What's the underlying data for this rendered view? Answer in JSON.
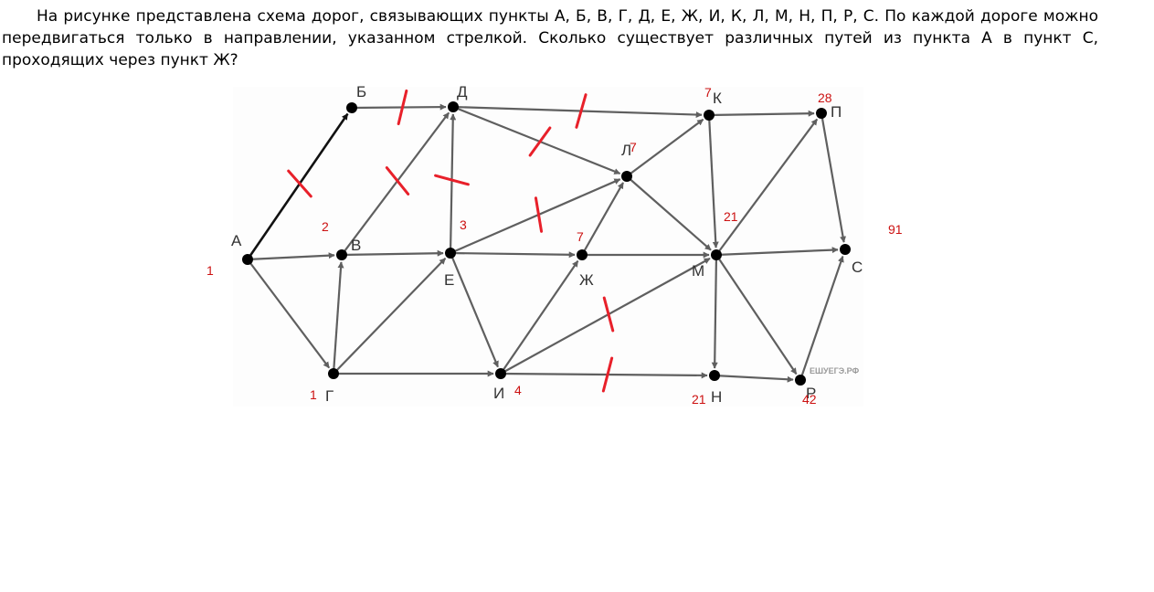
{
  "question": {
    "text": "На рисунке представлена схема дорог, связывающих пункты А, Б, В, Г, Д, Е, Ж, И, К, Л, М, Н, П, Р, С. По каждой дороге можно передвигаться только в направлении, указанном стрелкой. Сколько существует различных путей из пункта А в пункт С, проходящих через пункт Ж?"
  },
  "diagram": {
    "nodes": [
      {
        "id": "A",
        "label": "А"
      },
      {
        "id": "B",
        "label": "Б"
      },
      {
        "id": "V",
        "label": "В"
      },
      {
        "id": "G",
        "label": "Г"
      },
      {
        "id": "D",
        "label": "Д"
      },
      {
        "id": "E",
        "label": "Е"
      },
      {
        "id": "ZH",
        "label": "Ж"
      },
      {
        "id": "I",
        "label": "И"
      },
      {
        "id": "K",
        "label": "К"
      },
      {
        "id": "L",
        "label": "Л"
      },
      {
        "id": "M",
        "label": "М"
      },
      {
        "id": "N",
        "label": "Н"
      },
      {
        "id": "P",
        "label": "П"
      },
      {
        "id": "R",
        "label": "Р"
      },
      {
        "id": "S",
        "label": "С"
      }
    ],
    "edges": [
      {
        "from": "A",
        "to": "B"
      },
      {
        "from": "A",
        "to": "V"
      },
      {
        "from": "A",
        "to": "G"
      },
      {
        "from": "B",
        "to": "D"
      },
      {
        "from": "V",
        "to": "D"
      },
      {
        "from": "V",
        "to": "E"
      },
      {
        "from": "G",
        "to": "V"
      },
      {
        "from": "G",
        "to": "E"
      },
      {
        "from": "G",
        "to": "I"
      },
      {
        "from": "E",
        "to": "D"
      },
      {
        "from": "E",
        "to": "L"
      },
      {
        "from": "E",
        "to": "ZH"
      },
      {
        "from": "E",
        "to": "I"
      },
      {
        "from": "D",
        "to": "K"
      },
      {
        "from": "D",
        "to": "L"
      },
      {
        "from": "I",
        "to": "ZH"
      },
      {
        "from": "I",
        "to": "M"
      },
      {
        "from": "I",
        "to": "N"
      },
      {
        "from": "ZH",
        "to": "L"
      },
      {
        "from": "ZH",
        "to": "M"
      },
      {
        "from": "L",
        "to": "K"
      },
      {
        "from": "L",
        "to": "M"
      },
      {
        "from": "K",
        "to": "P"
      },
      {
        "from": "K",
        "to": "M"
      },
      {
        "from": "M",
        "to": "P"
      },
      {
        "from": "M",
        "to": "S"
      },
      {
        "from": "M",
        "to": "N"
      },
      {
        "from": "M",
        "to": "R"
      },
      {
        "from": "N",
        "to": "R"
      },
      {
        "from": "R",
        "to": "S"
      },
      {
        "from": "P",
        "to": "S"
      }
    ],
    "counts": [
      {
        "node": "A",
        "value": "1"
      },
      {
        "node": "V",
        "value": "2"
      },
      {
        "node": "E",
        "value": "3"
      },
      {
        "node": "G",
        "value": "1"
      },
      {
        "node": "I",
        "value": "4"
      },
      {
        "node": "ZH",
        "value": "7"
      },
      {
        "node": "L",
        "value": "7"
      },
      {
        "node": "K",
        "value": "7"
      },
      {
        "node": "M",
        "value": "21"
      },
      {
        "node": "P",
        "value": "28"
      },
      {
        "node": "N",
        "value": "21"
      },
      {
        "node": "R",
        "value": "42"
      },
      {
        "node": "S",
        "value": "91"
      }
    ],
    "crossed_edges": [
      [
        "A",
        "B"
      ],
      [
        "B",
        "D"
      ],
      [
        "V",
        "D"
      ],
      [
        "E",
        "D"
      ],
      [
        "D",
        "K"
      ],
      [
        "D",
        "L"
      ],
      [
        "E",
        "L"
      ],
      [
        "I",
        "M"
      ],
      [
        "I",
        "N"
      ]
    ],
    "watermark": "ЕШУЕГЭ.РФ",
    "colors": {
      "edge": "#5f5f5f",
      "edge_strong": "#111111",
      "node": "#000000",
      "annotation": "#e8202a"
    }
  }
}
